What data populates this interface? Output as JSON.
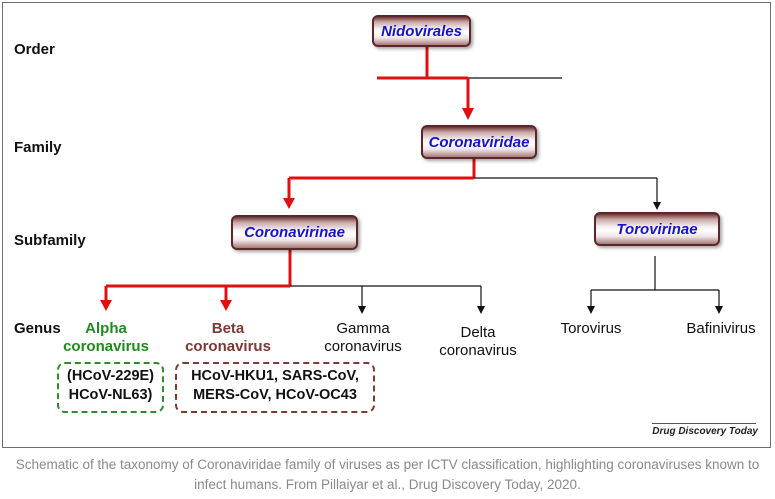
{
  "ranks": {
    "order": "Order",
    "family": "Family",
    "subfamily": "Subfamily",
    "genus": "Genus"
  },
  "nodes": {
    "order": "Nidovirales",
    "family": "Coronaviridae",
    "subfamily_corona": "Coronavirinae",
    "subfamily_toro": "Torovirinae"
  },
  "genera": {
    "alpha": [
      "Alpha",
      "coronavirus"
    ],
    "beta": [
      "Beta",
      "coronavirus"
    ],
    "gamma": [
      "Gamma",
      "coronavirus"
    ],
    "delta": [
      "Delta",
      "coronavirus"
    ],
    "torovirus": "Torovirus",
    "bafinivirus": "Bafinivirus"
  },
  "human_coronaviruses": {
    "alpha": [
      "(HCoV-229E)",
      "HCoV-NL63)"
    ],
    "beta": [
      "HCoV-HKU1, SARS-CoV,",
      "MERS-CoV, HCoV-OC43"
    ]
  },
  "colors": {
    "highlight_path": "#e01010",
    "node_text": "#1515c8",
    "alpha": "#1f8a1f",
    "beta": "#7b3a34"
  },
  "credit": "Drug Discovery Today",
  "caption": "Schematic of the taxonomy of Coronaviridae family of viruses as per ICTV classification, highlighting coronaviruses known to infect humans. From Pillaiyar et al., Drug Discovery Today, 2020."
}
